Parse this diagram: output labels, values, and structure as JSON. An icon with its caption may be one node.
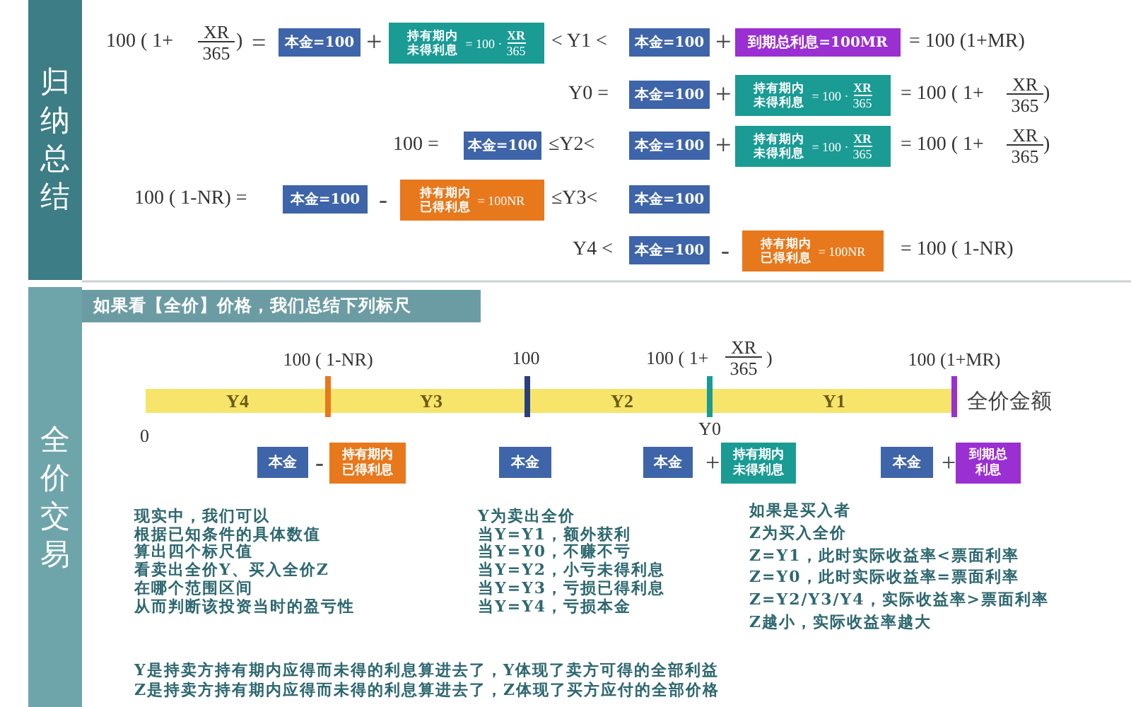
{
  "diagram": {
    "nodes": [
      {
        "text": [
          "归纳总结"
        ]
      },
      {
        "text": [
          "本金=100"
        ]
      },
      {
        "text": [
          "持有期内未得利息",
          "= 100 ·",
          "XR",
          "365"
        ]
      },
      {
        "text": [
          "本金=100"
        ]
      },
      {
        "text": [
          "到期总利息=100MR"
        ]
      },
      {
        "text": [
          "本金=100"
        ]
      },
      {
        "text": [
          "持有期内未得利息",
          "= 100 ·",
          "XR",
          "365"
        ]
      },
      {
        "text": [
          "本金=100"
        ]
      },
      {
        "text": [
          "本金=100"
        ]
      },
      {
        "text": [
          "持有期内未得利息",
          "= 100 ·",
          "XR",
          "365"
        ]
      },
      {
        "text": [
          "本金=100"
        ]
      },
      {
        "text": [
          "持有期内已得利息",
          "= 100NR"
        ]
      },
      {
        "text": [
          "本金=100"
        ]
      },
      {
        "text": [
          "本金=100"
        ]
      },
      {
        "text": [
          "持有期内已得利息",
          "= 100NR"
        ]
      },
      {
        "text": [
          "全价交易"
        ]
      },
      {
        "text": [
          "如果看【全价】价格，我们总结下列标尺"
        ]
      },
      {
        "text": [
          "Y4",
          "Y3",
          "Y2",
          "Y1"
        ]
      },
      {
        "text": [
          "本金"
        ]
      },
      {
        "text": [
          "持有期内已得利息"
        ]
      },
      {
        "text": [
          "本金"
        ]
      },
      {
        "text": [
          "本金"
        ]
      },
      {
        "text": [
          "持有期内未得利息"
        ]
      },
      {
        "text": [
          "本金"
        ]
      },
      {
        "text": [
          "到期总利息"
        ]
      }
    ],
    "labels": [
      "100 ( 1+",
      "XR",
      "365",
      ")",
      "=",
      "+",
      "< Y1 <",
      "+",
      "= 100 (1+MR)",
      "Y0 =",
      "+",
      "= 100 ( 1+",
      "XR",
      "365",
      ")",
      "100 =",
      "≤Y2<",
      "+",
      "= 100 ( 1+",
      "XR",
      "365",
      ")",
      "100 ( 1-NR) =",
      "-",
      "≤Y3<",
      "Y4 <",
      "-",
      "= 100 ( 1-NR)",
      "100 ( 1-NR)",
      "100",
      "100 ( 1+",
      "XR",
      "365",
      ")",
      "100 (1+MR)",
      "全价金额",
      "0",
      "Y0",
      "-",
      "+",
      "+",
      "现实中，我们可以",
      "根据已知条件的具体数值",
      "算出四个标尺值",
      "看卖出全价Y、买入全价Z",
      "在哪个范围区间",
      "从而判断该投资当时的盈亏性",
      "Y为卖出全价",
      "当Y=Y1，额外获利",
      "当Y=Y0，不赚不亏",
      "当Y=Y2，小亏未得利息",
      "当Y=Y3，亏损已得利息",
      "当Y=Y4，亏损本金",
      "如果是买入者",
      "Z为买入全价",
      "Z=Y1，此时实际收益率<票面利率",
      "Z=Y0，此时实际收益率=票面利率",
      "Z=Y2/Y3/Y4，实际收益率>票面利率",
      "Z越小，实际收益率越大",
      "Y是持卖方持有期内应得而未得的利息算进去了，Y体现了卖方可得的全部利益",
      "Z是持卖方持有期内应得而未得的利息算进去了，Z体现了买方应付的全部价格"
    ]
  }
}
